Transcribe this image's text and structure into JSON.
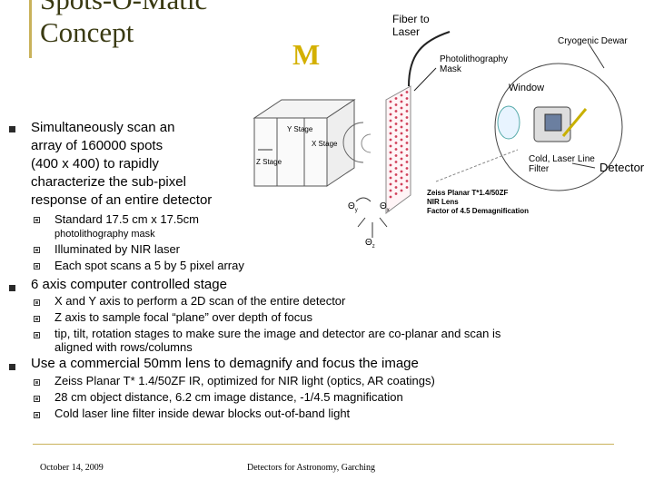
{
  "title": {
    "line1": "Spots-O-Matic",
    "line2": "Concept"
  },
  "logo": {
    "text": "M",
    "color": "#d4b000"
  },
  "bullets": [
    {
      "text": [
        "Simultaneously scan an",
        "array of 160000 spots",
        "(400 x 400) to rapidly",
        "characterize the sub-pixel",
        "response of an entire detector"
      ]
    },
    {
      "text": "6 axis computer controlled stage"
    },
    {
      "text": "Use a commercial 50mm lens to demagnify and focus the image"
    }
  ],
  "sub1": [
    {
      "text": "Standard 17.5 cm x 17.5cm",
      "cont": "photolithography mask"
    },
    {
      "text": "Illuminated by NIR laser"
    },
    {
      "text": "Each spot scans a 5 by 5 pixel array"
    }
  ],
  "sub2": [
    {
      "text": "X and Y axis to perform a 2D scan of the entire detector"
    },
    {
      "text": "Z axis to sample focal “plane” over depth of focus"
    },
    {
      "text": "tip, tilt, rotation stages to make sure the image and detector are co-planar and scan is",
      "cont": "aligned with rows/columns"
    }
  ],
  "sub3": [
    {
      "text": "Zeiss Planar T* 1.4/50ZF IR, optimized for NIR light (optics, AR coatings)"
    },
    {
      "text": "28 cm object distance, 6.2 cm image distance, -1/4.5 magnification"
    },
    {
      "text": "Cold laser line filter inside dewar blocks out-of-band light"
    }
  ],
  "diagram": {
    "fiber": [
      "Fiber to",
      "Laser"
    ],
    "mask": [
      "Photolithography",
      "Mask"
    ],
    "dewar": "Cryogenic Dewar",
    "window": "Window",
    "filter": [
      "Cold, Laser Line",
      "Filter"
    ],
    "detector": "Detector",
    "ystage": "Y Stage",
    "xstage": "X Stage",
    "zstage": "Z Stage",
    "lens": [
      "Zeiss Planar T*1.4/50ZF",
      "NIR Lens",
      "Factor of 4.5 Demagnification"
    ],
    "theta": [
      "Θ",
      "Θ",
      "Θ"
    ],
    "theta_sub": [
      "y",
      "x",
      "z"
    ]
  },
  "footer": {
    "date": "October 14, 2009",
    "venue": "Detectors for Astronomy, Garching"
  },
  "colors": {
    "title": "#3a3a12",
    "accent": "#c9b25a",
    "mask_dots": "#d0405a"
  }
}
